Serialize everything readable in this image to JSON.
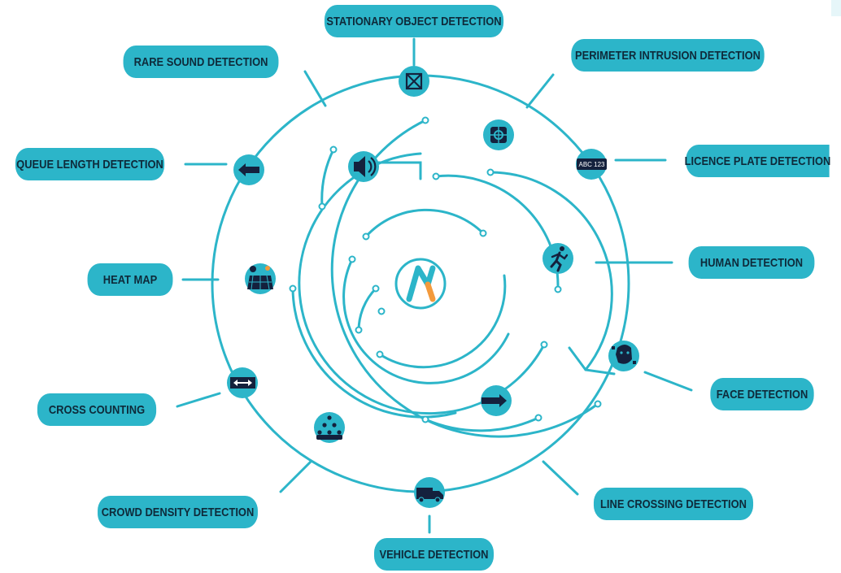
{
  "colors": {
    "accent": "#2cb5c9",
    "text": "#0e2a3a",
    "icon_fill": "#14213d",
    "logo_teal": "#2cb5c9",
    "logo_orange": "#f39a3c"
  },
  "center_logo": {
    "icon": "n-logo-icon"
  },
  "labels": {
    "stationary_object": "STATIONARY OBJECT DETECTION",
    "rare_sound": "RARE SOUND DETECTION",
    "perimeter_intrusion": "PERIMETER INTRUSION DETECTION",
    "queue_length": "QUEUE LENGTH DETECTION",
    "licence_plate": "LICENCE PLATE DETECTION",
    "heat_map": "HEAT MAP",
    "human": "HUMAN DETECTION",
    "face": "FACE DETECTION",
    "cross_counting": "CROSS COUNTING",
    "crowd_density": "CROWD DENSITY DETECTION",
    "line_crossing": "LINE CROSSING DETECTION",
    "vehicle": "VEHICLE DETECTION"
  },
  "icon_texts": {
    "licence_plate": "ABC 123"
  },
  "icons": [
    "stationary-object-icon",
    "speaker-icon",
    "target-icon",
    "licence-plate-icon",
    "arrow-left-icon",
    "heat-map-icon",
    "running-person-icon",
    "face-scan-icon",
    "double-arrow-icon",
    "crowd-icon",
    "arrow-right-icon",
    "vehicle-icon"
  ]
}
